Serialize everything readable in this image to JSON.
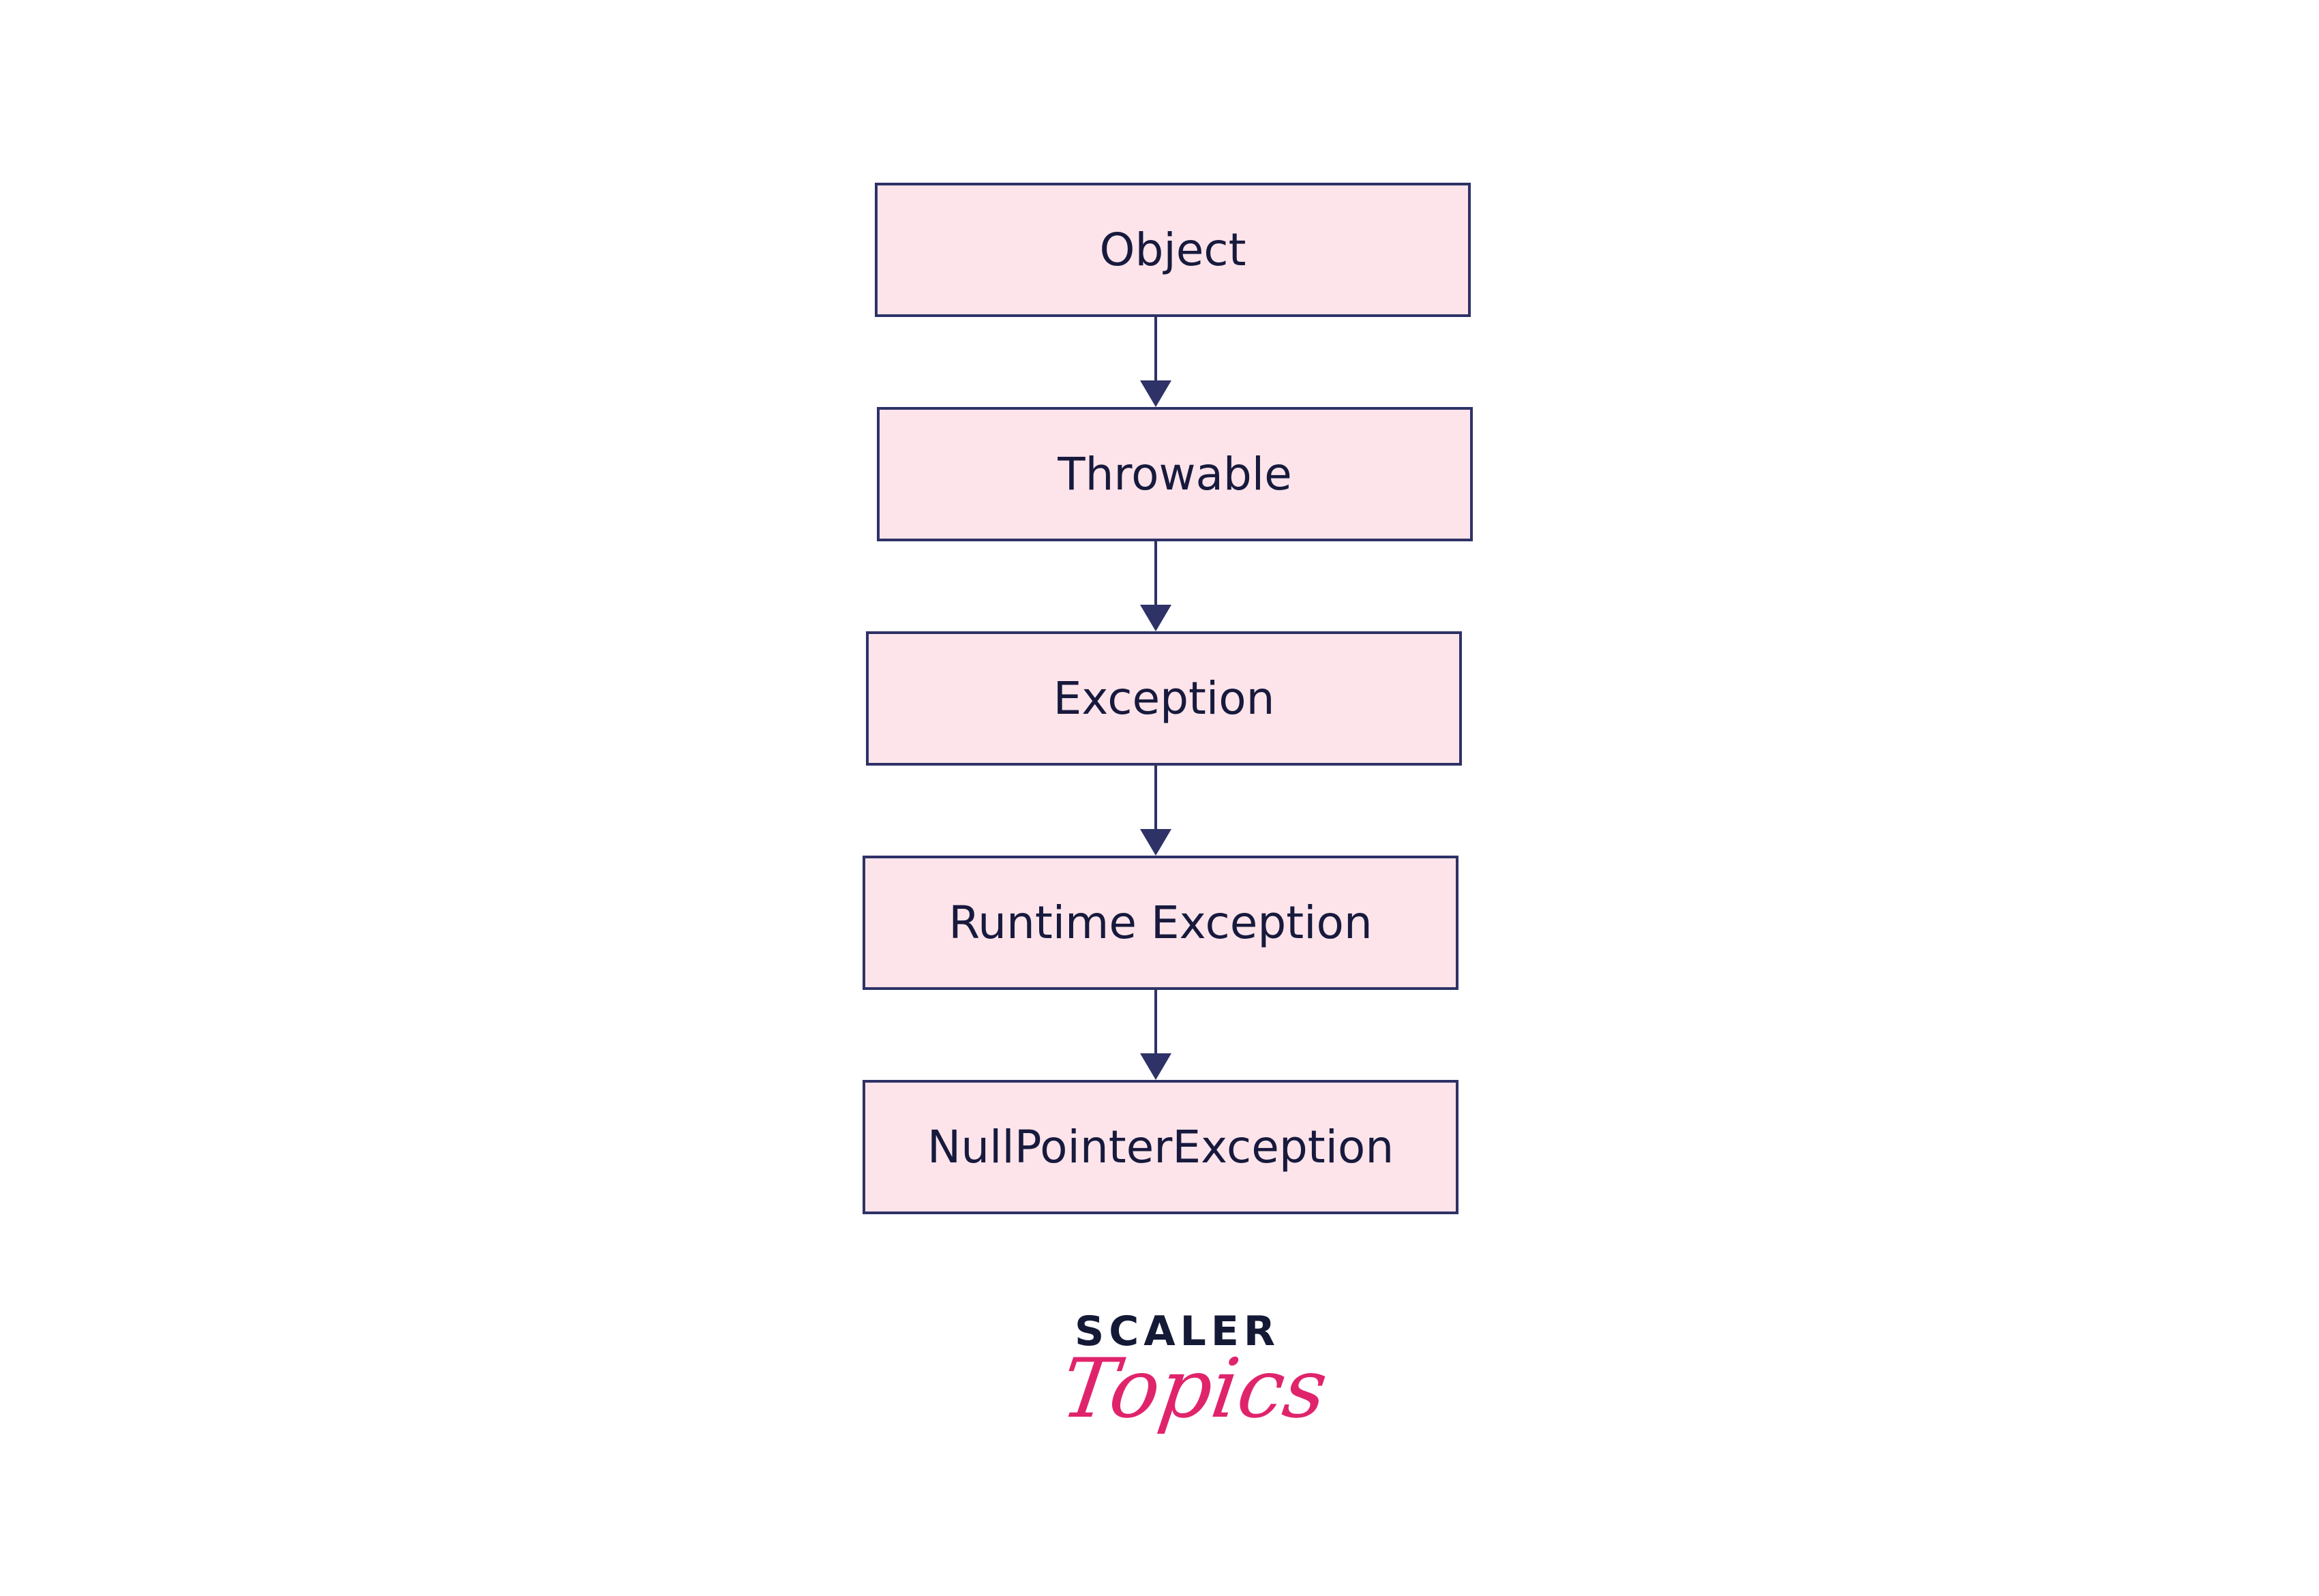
{
  "diagram": {
    "nodes": [
      {
        "label": "Object"
      },
      {
        "label": "Throwable"
      },
      {
        "label": "Exception"
      },
      {
        "label": "Runtime Exception"
      },
      {
        "label": "NullPointerException"
      }
    ],
    "edges": [
      {
        "from": 0,
        "to": 1
      },
      {
        "from": 1,
        "to": 2
      },
      {
        "from": 2,
        "to": 3
      },
      {
        "from": 3,
        "to": 4
      }
    ],
    "colors": {
      "box_fill": "#fde4ea",
      "box_border": "#2e3267",
      "arrow": "#2e3267",
      "text": "#171a3d"
    }
  },
  "logo": {
    "word": "SCALER",
    "script": "Topics",
    "colors": {
      "word": "#141a35",
      "script": "#e0246c"
    }
  }
}
